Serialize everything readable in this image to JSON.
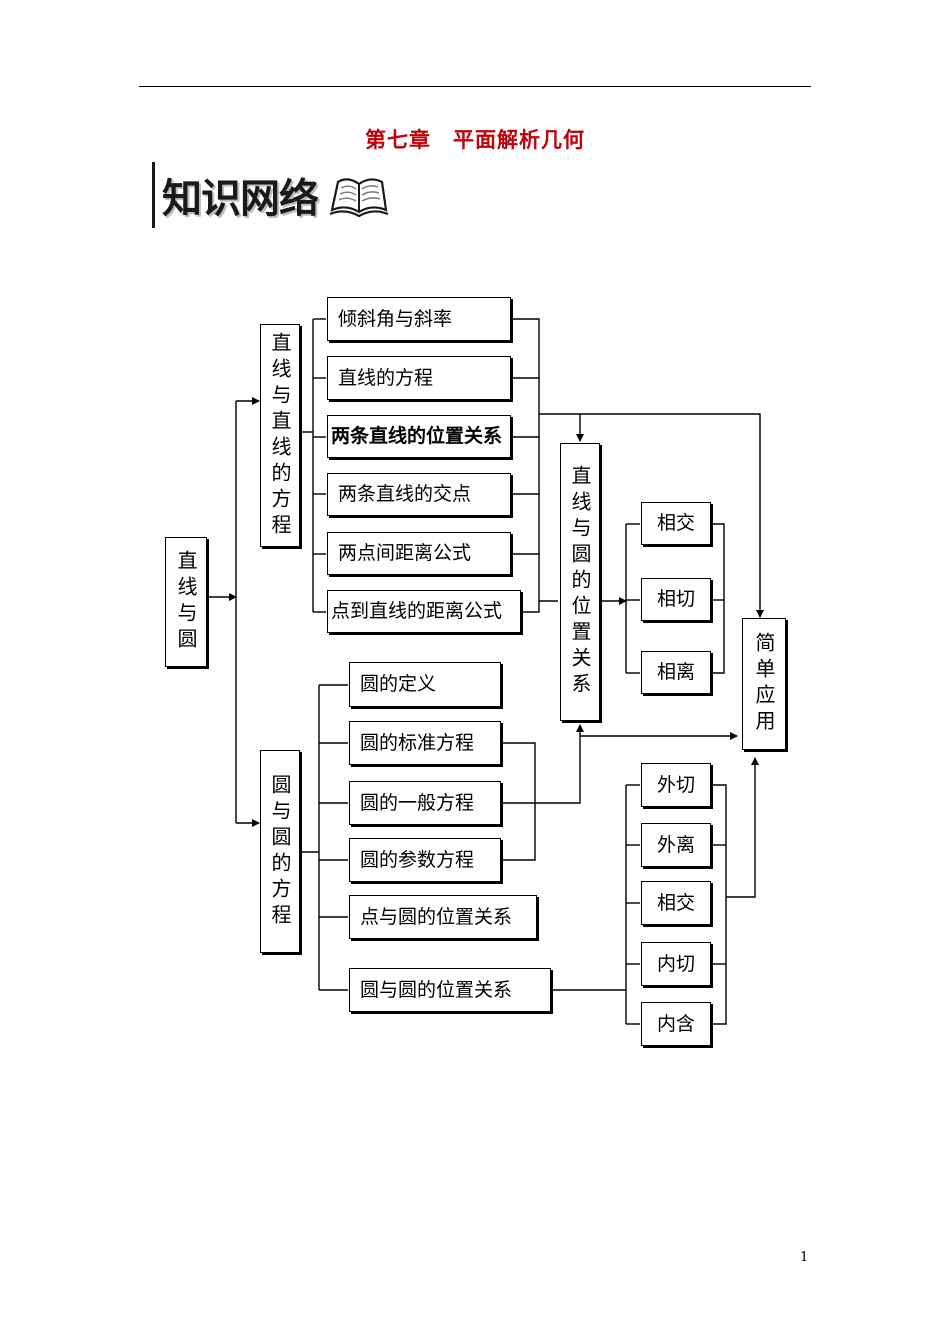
{
  "header": {
    "chapter_title": "第七章　平面解析几何",
    "section_title": "知识网络"
  },
  "icons": {
    "section_icon": "open-book-icon"
  },
  "diagram": {
    "root": "直线与圆",
    "branch_lines": "直线与直线的方程",
    "branch_circles": "圆与圆的方程",
    "line_topics": [
      "倾斜角与斜率",
      "直线的方程",
      "两条直线的位置关系",
      "两条直线的交点",
      "两点间距离公式",
      "点到直线的距离公式"
    ],
    "circle_topics": [
      "圆的定义",
      "圆的标准方程",
      "圆的一般方程",
      "圆的参数方程",
      "点与圆的位置关系",
      "圆与圆的位置关系"
    ],
    "line_circle_relation": "直线与圆的位置关系",
    "line_circle_cases": [
      "相交",
      "相切",
      "相离"
    ],
    "circle_circle_cases": [
      "外切",
      "外离",
      "相交",
      "内切",
      "内含"
    ],
    "application": "简单应用"
  },
  "footer": {
    "page_number": "1"
  }
}
